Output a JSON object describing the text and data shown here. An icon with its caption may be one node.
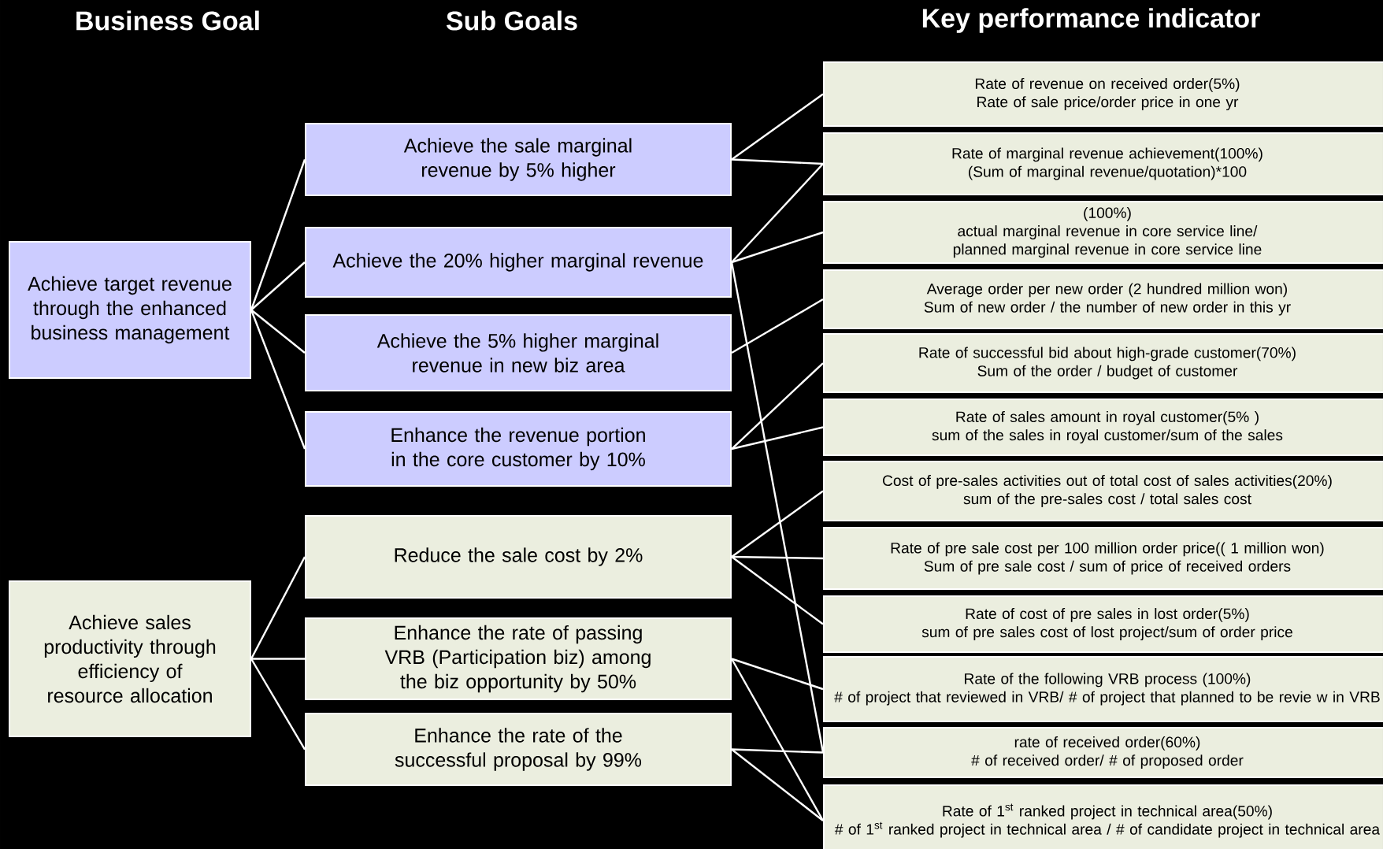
{
  "diagram": {
    "nodes": [
      {
        "text": [
          "Achieve target revenue through the enhanced business management"
        ]
      },
      {
        "text": [
          "Achieve sales productivity through efficiency of resource allocation"
        ]
      },
      {
        "text": [
          "Achieve the sale marginal revenue by 5% higher"
        ]
      },
      {
        "text": [
          "Achieve the 20% higher marginal revenue"
        ]
      },
      {
        "text": [
          "Achieve the 5% higher marginal revenue in new biz area"
        ]
      },
      {
        "text": [
          "Enhance the revenue portion in the core customer by 10%"
        ]
      },
      {
        "text": [
          "Reduce the sale cost by 2%"
        ]
      },
      {
        "text": [
          "Enhance the rate of passing VRB (Participation biz) among the biz opportunity by 50%"
        ]
      },
      {
        "text": [
          "Enhance the rate of the successful proposal by 99%"
        ]
      },
      {
        "text": [
          "Rate of revenue on received order(5%)",
          "Rate of sale price/order price in one yr"
        ]
      },
      {
        "text": [
          "Rate of marginal revenue achievement(100%)",
          "(Sum of marginal revenue/quotation)*100"
        ]
      },
      {
        "text": [
          "(100%)",
          "actual marginal revenue in core service line/ planned marginal revenue in core service line"
        ]
      },
      {
        "text": [
          "Average order per new order (2 hundred million won)",
          "Sum of new order / the number of new order in this yr"
        ]
      },
      {
        "text": [
          "Rate of successful bid about high-grade customer(70%)",
          "Sum of the order / budget of customer"
        ]
      },
      {
        "text": [
          "Rate of sales amount in royal customer(5% )",
          "sum of the sales in royal customer/sum of the sales"
        ]
      },
      {
        "text": [
          "Cost of pre-sales activities out of total cost of sales activities(20%)",
          "sum of the pre-sales cost / total sales cost"
        ]
      },
      {
        "text": [
          "Rate of pre sale cost per 100 million order price(( 1 million won)",
          "Sum of pre sale cost / sum of price of received orders"
        ]
      },
      {
        "text": [
          "Rate of cost of pre sales in lost order(5%)",
          "sum of pre sales cost of lost project/sum of order price"
        ]
      },
      {
        "text": [
          "Rate of the following VRB process (100%)",
          "# of project that reviewed in VRB/ # of project that planned to be revie w in VRB"
        ]
      },
      {
        "text": [
          "rate of received order(60%)",
          "# of received order/ # of proposed order"
        ]
      },
      {
        "text": [
          "Rate of 1$^{st}$ ranked project in technical area(50%)",
          "# of 1$^{st}$ ranked project in technical area / # of candidate project in technical area"
        ]
      }
    ],
    "edges": [
      {
        "from": 0,
        "to": 2,
        "arrow": "none"
      },
      {
        "from": 0,
        "to": 3,
        "arrow": "none"
      },
      {
        "from": 0,
        "to": 4,
        "arrow": "none"
      },
      {
        "from": 0,
        "to": 5,
        "arrow": "none"
      },
      {
        "from": 1,
        "to": 6,
        "arrow": "none"
      },
      {
        "from": 1,
        "to": 7,
        "arrow": "none"
      },
      {
        "from": 1,
        "to": 8,
        "arrow": "none"
      },
      {
        "from": 2,
        "to": 9,
        "arrow": "none"
      },
      {
        "from": 2,
        "to": 10,
        "arrow": "none"
      },
      {
        "from": 3,
        "to": 10,
        "arrow": "none"
      },
      {
        "from": 3,
        "to": 11,
        "arrow": "none"
      },
      {
        "from": 3,
        "to": 19,
        "arrow": "none"
      },
      {
        "from": 4,
        "to": 12,
        "arrow": "none"
      },
      {
        "from": 5,
        "to": 13,
        "arrow": "none"
      },
      {
        "from": 5,
        "to": 14,
        "arrow": "none"
      },
      {
        "from": 6,
        "to": 15,
        "arrow": "none"
      },
      {
        "from": 6,
        "to": 16,
        "arrow": "none"
      },
      {
        "from": 6,
        "to": 17,
        "arrow": "none"
      },
      {
        "from": 7,
        "to": 18,
        "arrow": "none"
      },
      {
        "from": 7,
        "to": 20,
        "arrow": "none"
      },
      {
        "from": 8,
        "to": 19,
        "arrow": "none"
      },
      {
        "from": 8,
        "to": 20,
        "arrow": "none"
      }
    ],
    "labels": [
      "Business Goal",
      "Sub Goals",
      "Key performance  indicator"
    ]
  }
}
